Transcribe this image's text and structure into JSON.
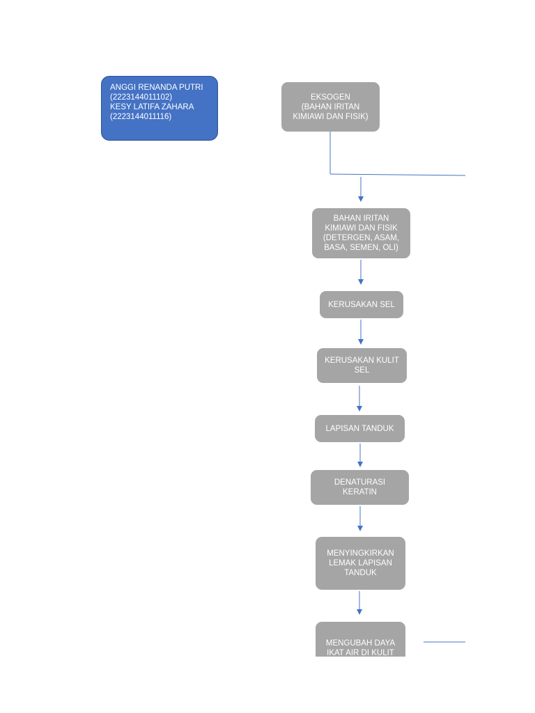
{
  "authors": {
    "text": "ANGGI RENANDA PUTRI\n(2223144011102)\nKESY LATIFA ZAHARA\n(2223144011116)"
  },
  "colors": {
    "author_fill": "#4472c4",
    "node_fill": "#a5a5a5",
    "connector": "#4472c4"
  },
  "flow": {
    "nodes": [
      {
        "id": "eksogen",
        "label": "EKSOGEN\n(BAHAN IRITAN\nKIMIAWI DAN FISIK)"
      },
      {
        "id": "bahan-iritan",
        "label": "BAHAN IRITAN\nKIMIAWI DAN FISIK\n(DETERGEN, ASAM,\nBASA, SEMEN, OLI)"
      },
      {
        "id": "kerusakan-sel",
        "label": "KERUSAKAN SEL"
      },
      {
        "id": "kerusakan-kulit-sel",
        "label": "KERUSAKAN KULIT\nSEL"
      },
      {
        "id": "lapisan-tanduk",
        "label": "LAPISAN TANDUK"
      },
      {
        "id": "denaturasi-keratin",
        "label": "DENATURASI\nKERATIN"
      },
      {
        "id": "menyingkirkan-lemak",
        "label": "MENYINGKIRKAN\nLEMAK LAPISAN\nTANDUK"
      },
      {
        "id": "mengubah-daya-ikat",
        "label": "MENGUBAH DAYA\nIKAT AIR DI KULIT"
      }
    ]
  }
}
